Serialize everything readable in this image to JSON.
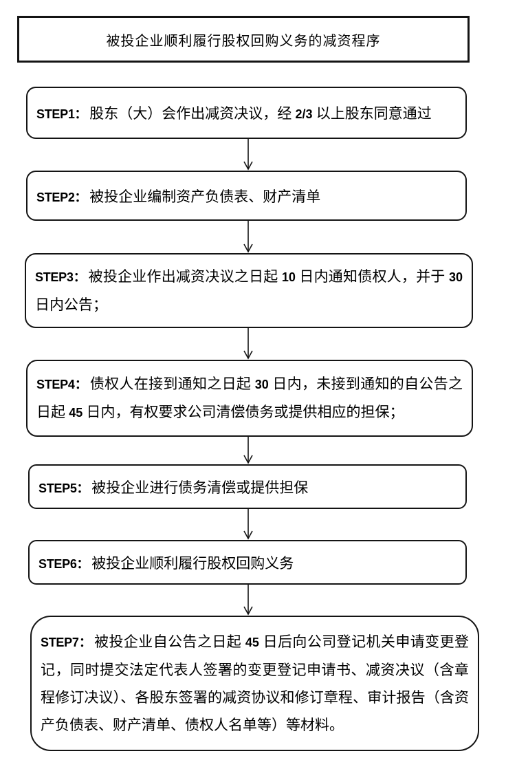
{
  "title": "被投企业顺利履行股权回购义务的减资程序",
  "flow": {
    "steps": [
      {
        "label": "STEP1：",
        "text": "股东（大）会作出减资决议，经 2/3 以上股东同意通过"
      },
      {
        "label": "STEP2：",
        "text": "被投企业编制资产负债表、财产清单"
      },
      {
        "label": "STEP3：",
        "text": "被投企业作出减资决议之日起 10 日内通知债权人，并于 30 日内公告；"
      },
      {
        "label": "STEP4：",
        "text": "债权人在接到通知之日起 30 日内，未接到通知的自公告之日起 45 日内，有权要求公司清偿债务或提供相应的担保；"
      },
      {
        "label": "STEP5：",
        "text": "被投企业进行债务清偿或提供担保"
      },
      {
        "label": "STEP6：",
        "text": "被投企业顺利履行股权回购义务"
      },
      {
        "label": "STEP7：",
        "text": "被投企业自公告之日起 45 日后向公司登记机关申请变更登记，同时提交法定代表人签署的变更登记申请书、减资决议（含章程修订决议）、各股东签署的减资协议和修订章程、审计报告（含资产负债表、财产清单、债权人名单等）等材料。"
      }
    ],
    "connector_count": 6
  },
  "colors": {
    "stroke": "#141414",
    "background": "#ffffff",
    "text": "#000000"
  }
}
